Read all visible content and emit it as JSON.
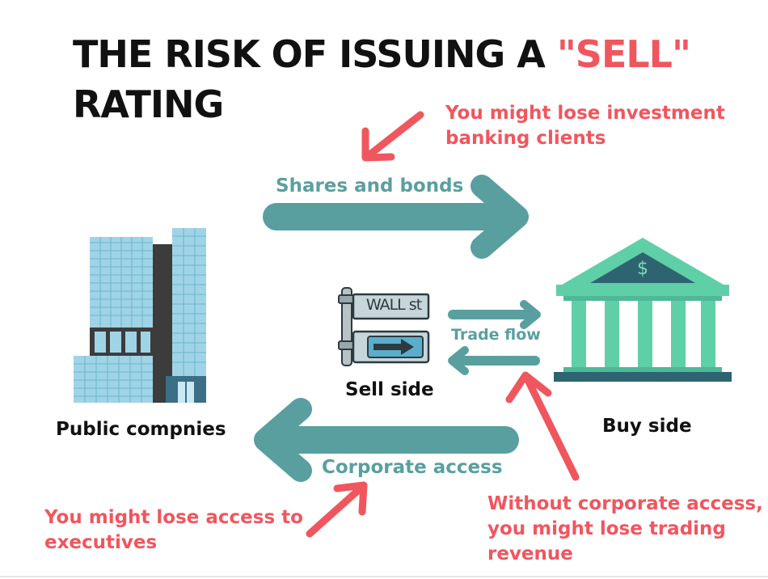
{
  "title": {
    "line1_prefix": "THE RISK OF ISSUING A ",
    "line1_highlight": "\"SELL\"",
    "line2": "RATING"
  },
  "labels": {
    "shares_bonds": "Shares and bonds",
    "trade_flow": "Trade flow",
    "corporate_access": "Corporate access",
    "sell_side": "Sell side",
    "buy_side": "Buy side",
    "public_companies": "Public compnies"
  },
  "sign": {
    "top_text": "WALL st"
  },
  "bank": {
    "symbol": "$"
  },
  "risks": {
    "investment_banking": [
      "You might lose investment",
      "banking clients"
    ],
    "executives": [
      "You might lose access to",
      "executives"
    ],
    "trading_revenue": [
      "Without corporate access,",
      "you might lose trading",
      "revenue"
    ]
  },
  "colors": {
    "teal": "#5a9fa0",
    "red": "#f0565e",
    "bank_green": "#5fcfa8",
    "bank_dark": "#2d6470",
    "building_blue": "#8ccbe0",
    "building_dark": "#3c3c3c"
  }
}
